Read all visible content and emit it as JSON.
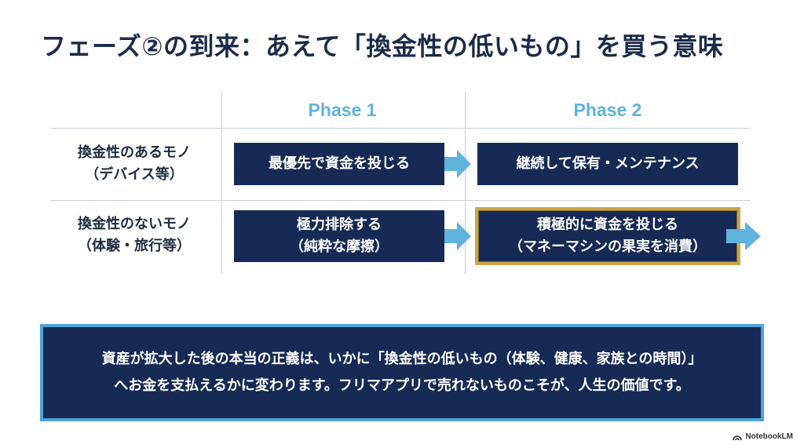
{
  "title": "フェーズ②の到来：あえて「換金性の低いもの」を買う意味",
  "columns": {
    "phase1": "Phase 1",
    "phase2": "Phase 2"
  },
  "rows": [
    {
      "label_line1": "換金性のあるモノ",
      "label_line2": "（デバイス等）",
      "phase1": {
        "line1": "最優先で資金を投じる",
        "line2": ""
      },
      "phase2": {
        "line1": "継続して保有・メンテナンス",
        "line2": ""
      }
    },
    {
      "label_line1": "換金性のないモノ",
      "label_line2": "（体験・旅行等）",
      "phase1": {
        "line1": "極力排除する",
        "line2": "（純粋な摩擦）"
      },
      "phase2": {
        "line1": "積極的に資金を投じる",
        "line2": "（マネーマシンの果実を消費）"
      }
    }
  ],
  "footer": {
    "line1": "資産が拡大した後の本当の正義は、いかに「換金性の低いもの（体験、健康、家族との時間）」",
    "line2": "へお金を支払えるかに変わります。フリマアプリで売れないものこそが、人生の価値です。"
  },
  "brand": "NotebookLM",
  "colors": {
    "navy": "#172a55",
    "accent_blue": "#5fb3dc",
    "gold": "#c9a64a",
    "title": "#1b2b4a"
  }
}
